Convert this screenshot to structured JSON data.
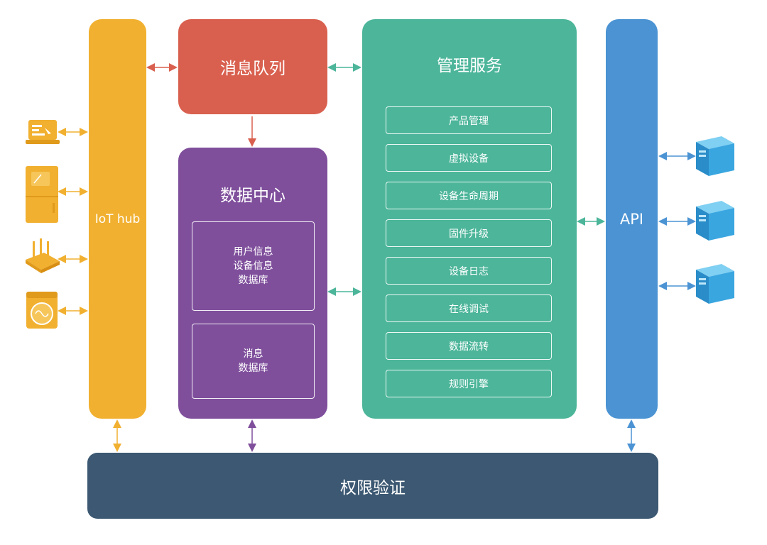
{
  "iot_hub": {
    "label": "IoT hub"
  },
  "message_queue": {
    "label": "消息队列"
  },
  "data_center": {
    "title": "数据中心",
    "boxes": [
      "用户信息\n设备信息\n数据库",
      "消息\n数据库"
    ]
  },
  "management": {
    "title": "管理服务",
    "items": [
      "产品管理",
      "虚拟设备",
      "设备生命周期",
      "固件升级",
      "设备日志",
      "在线调试",
      "数据流转",
      "规则引擎"
    ]
  },
  "api": {
    "label": "API"
  },
  "auth": {
    "label": "权限验证"
  },
  "colors": {
    "iot": "#f1b030",
    "mq": "#d9604f",
    "dc": "#7f4f9c",
    "ms": "#4cb59a",
    "api": "#4b93d3",
    "auth": "#3c5872"
  },
  "icons": {
    "devices": [
      "laptop-icon",
      "refrigerator-icon",
      "router-icon",
      "washing-machine-icon"
    ],
    "servers": [
      "server-icon",
      "server-icon",
      "server-icon"
    ]
  }
}
